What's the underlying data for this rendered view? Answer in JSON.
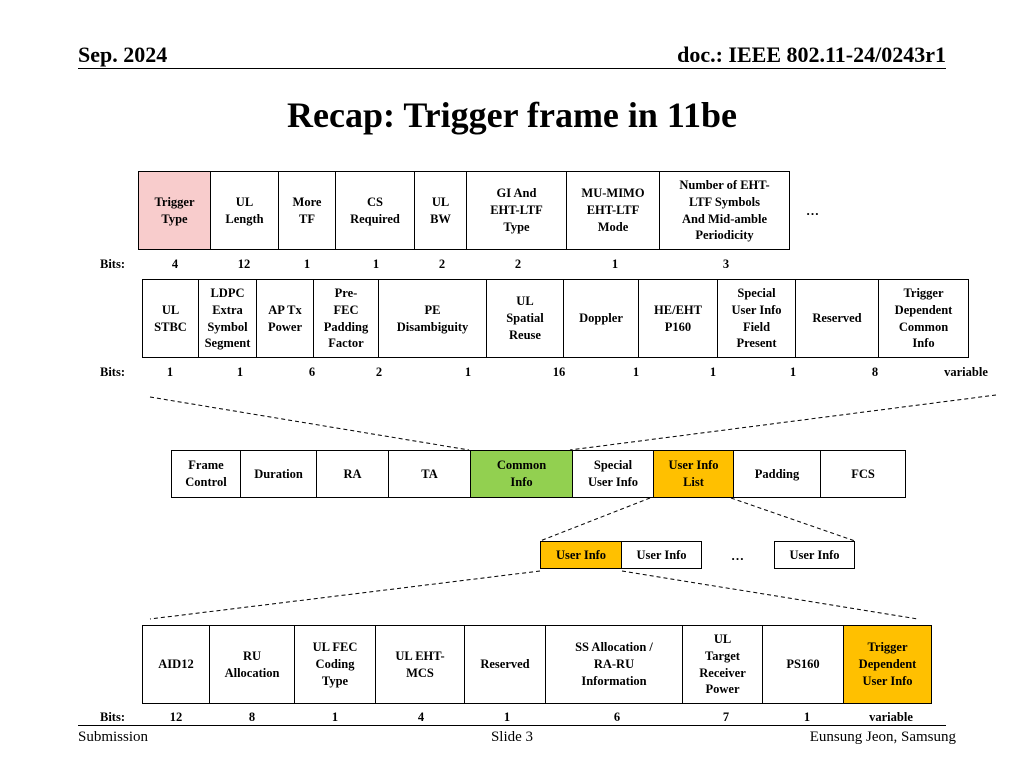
{
  "header": {
    "date": "Sep. 2024",
    "doc": "doc.: IEEE 802.11-24/0243r1"
  },
  "title": "Recap: Trigger frame in 11be",
  "common_row1": {
    "fields": [
      "Trigger\nType",
      "UL\nLength",
      "More\nTF",
      "CS\nRequired",
      "UL\nBW",
      "GI And\nEHT-LTF\nType",
      "MU-MIMO\nEHT-LTF\nMode",
      "Number of EHT-\nLTF Symbols\nAnd Mid-amble\nPeriodicity"
    ],
    "ellipsis": "…",
    "bits_label": "Bits:",
    "bits": [
      "4",
      "12",
      "1",
      "1",
      "2",
      "2",
      "1",
      "3"
    ]
  },
  "common_row2": {
    "fields": [
      "UL\nSTBC",
      "LDPC\nExtra\nSymbol\nSegment",
      "AP Tx\nPower",
      "Pre-\nFEC\nPadding\nFactor",
      "PE\nDisambiguity",
      "UL\nSpatial\nReuse",
      "Doppler",
      "HE/EHT\nP160",
      "Special\nUser Info\nField\nPresent",
      "Reserved",
      "Trigger\nDependent\nCommon\nInfo"
    ],
    "bits_label": "Bits:",
    "bits": [
      "1",
      "1",
      "6",
      "2",
      "1",
      "16",
      "1",
      "1",
      "1",
      "8",
      "variable"
    ]
  },
  "frame": {
    "fields": [
      "Frame\nControl",
      "Duration",
      "RA",
      "TA",
      "Common\nInfo",
      "Special\nUser Info",
      "User Info\nList",
      "Padding",
      "FCS"
    ]
  },
  "user_info_list": {
    "items": [
      "User Info",
      "User Info",
      "User Info"
    ],
    "ellipsis": "…"
  },
  "user_info": {
    "fields": [
      "AID12",
      "RU\nAllocation",
      "UL FEC\nCoding\nType",
      "UL EHT-\nMCS",
      "Reserved",
      "SS Allocation /\nRA-RU\nInformation",
      "UL\nTarget\nReceiver\nPower",
      "PS160",
      "Trigger\nDependent\nUser Info"
    ],
    "bits_label": "Bits:",
    "bits": [
      "12",
      "8",
      "1",
      "4",
      "1",
      "6",
      "7",
      "1",
      "variable"
    ]
  },
  "colors": {
    "trigger_type": "#f8cccc",
    "common_info": "#92d050",
    "user_info_highlight": "#ffc000"
  },
  "footer": {
    "left": "Submission",
    "center": "Slide 3",
    "right": "Eunsung Jeon, Samsung"
  }
}
